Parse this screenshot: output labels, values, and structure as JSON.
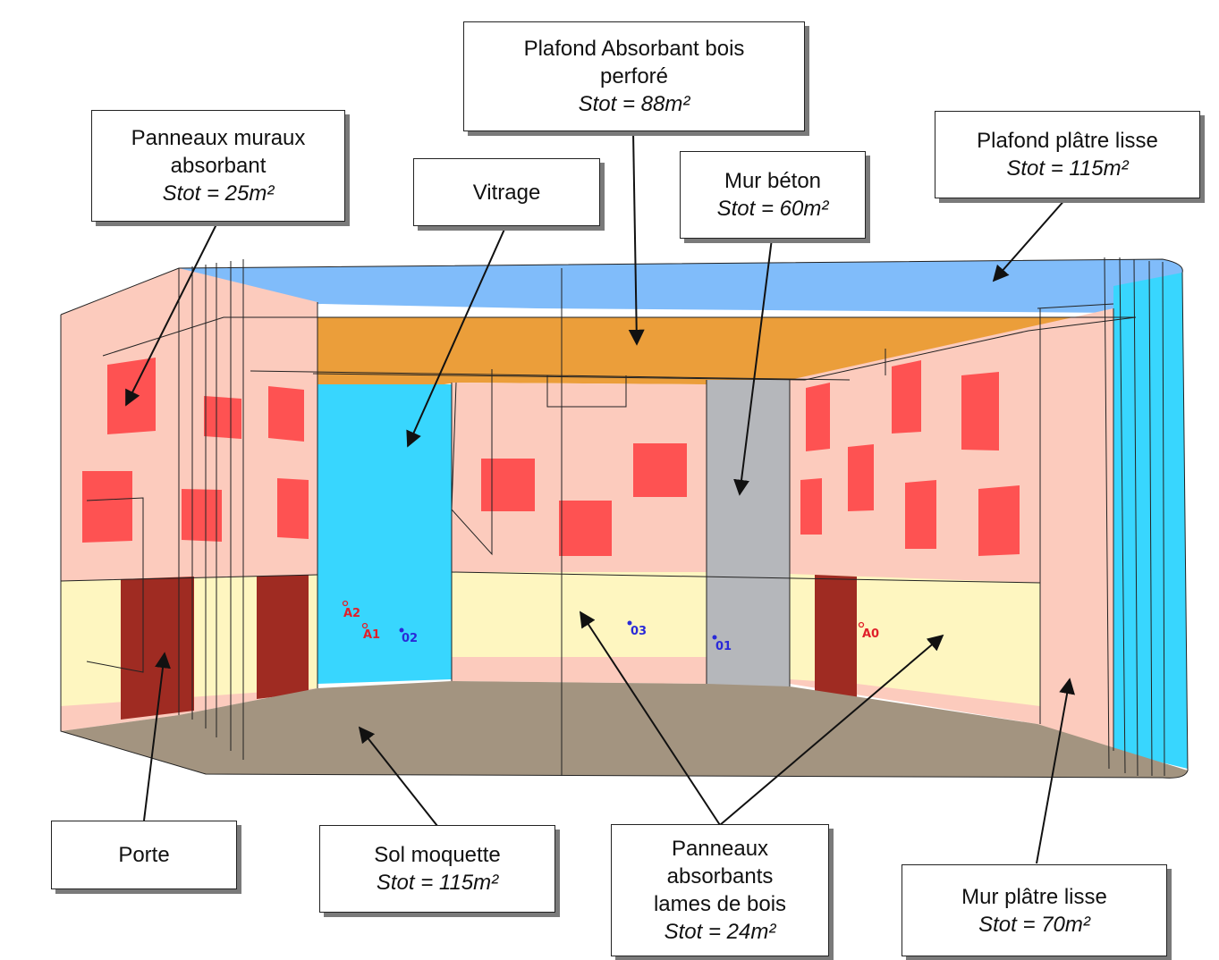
{
  "colors": {
    "ceiling_plaster": "#80bcfa",
    "ceiling_wood": "#eb9e3a",
    "wall_plaster": "#fccbbd",
    "absorbent_panel": "#fe5252",
    "glazing": "#38d6fe",
    "concrete": "#b5b7bb",
    "wood_slats": "#fef6c0",
    "door": "#9f2b22",
    "carpet": "#a39480"
  },
  "labels": {
    "plafond_bois": {
      "line1": "Plafond Absorbant bois",
      "line2": "perforé",
      "stot": "Stot = 88m²"
    },
    "panneaux_muraux": {
      "line1": "Panneaux muraux",
      "line2": "absorbant",
      "stot": "Stot = 25m²"
    },
    "vitrage": {
      "line1": "Vitrage"
    },
    "mur_beton": {
      "line1": "Mur béton",
      "stot": "Stot = 60m²"
    },
    "plafond_platre": {
      "line1": "Plafond plâtre lisse",
      "stot": "Stot = 115m²"
    },
    "porte": {
      "line1": "Porte"
    },
    "sol": {
      "line1": "Sol moquette",
      "stot": "Stot = 115m²"
    },
    "panneaux_lames": {
      "line1": "Panneaux",
      "line2": "absorbants",
      "line3": "lames de bois",
      "stot": "Stot = 24m²"
    },
    "mur_platre": {
      "line1": "Mur plâtre lisse",
      "stot": "Stot = 70m²"
    }
  },
  "points": {
    "sources": [
      "A2",
      "A1",
      "A0"
    ],
    "receivers": [
      "02",
      "03",
      "01"
    ]
  }
}
